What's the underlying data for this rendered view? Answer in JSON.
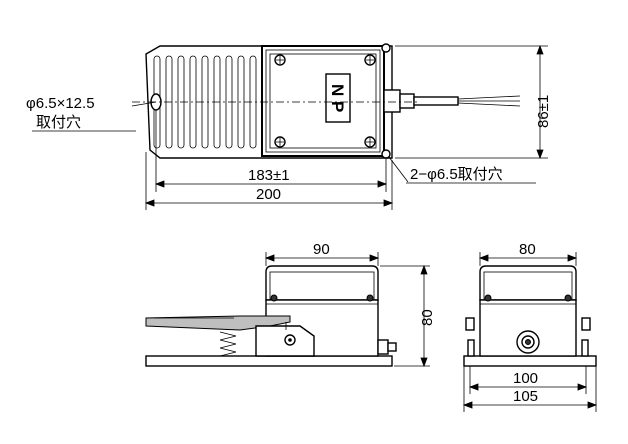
{
  "top_view": {
    "label_np": "N P",
    "hole_note_dim": "φ6.5×12.5",
    "hole_note_text": "取付穴",
    "dim_height": "86±1",
    "dim_hole_pitch": "183±1",
    "dim_length": "200",
    "mount_note": "2−φ6.5取付穴"
  },
  "side_view": {
    "dim_width": "90",
    "dim_height": "80"
  },
  "front_view": {
    "dim_width": "80",
    "dim_base_holes": "100",
    "dim_base_width": "105"
  }
}
